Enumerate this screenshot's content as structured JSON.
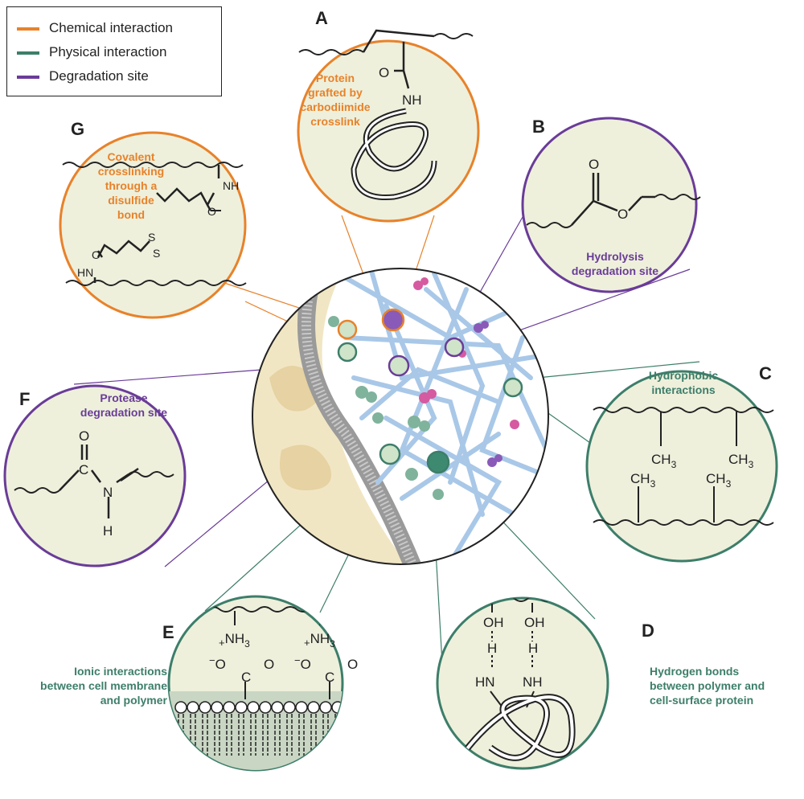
{
  "legend": {
    "items": [
      {
        "label": "Chemical interaction",
        "color": "#e8822a"
      },
      {
        "label": "Physical interaction",
        "color": "#3d7e6a"
      },
      {
        "label": "Degradation site",
        "color": "#6a3c98"
      }
    ]
  },
  "colors": {
    "chemical": "#e8822a",
    "physical": "#3d7e6a",
    "degradation": "#6a3c98",
    "panel_fill": "#eef0dc",
    "network": "#a9c8e8",
    "membrane": "#9a9a9a",
    "cell": "#f1e6c4"
  },
  "panels": {
    "A": {
      "letter": "A",
      "caption": "Protein grafted by carbodiimide crosslink",
      "lines": [
        "Protein",
        "grafted by",
        "carbodiimide",
        "crosslink"
      ],
      "atoms": {
        "o": "O",
        "nh": "NH"
      }
    },
    "B": {
      "letter": "B",
      "caption": "Hydrolysis degradation site",
      "lines": [
        "Hydrolysis",
        "degradation site"
      ],
      "atoms": {
        "o1": "O",
        "o2": "O"
      }
    },
    "C": {
      "letter": "C",
      "caption": "Hydrophobic interactions",
      "lines": [
        "Hydrophobic",
        "interactions"
      ],
      "atoms": {
        "ch3": "CH",
        "sub": "3"
      }
    },
    "D": {
      "letter": "D",
      "caption": "Hydrogen bonds between polymer and cell-surface protein",
      "lines": [
        "Hydrogen bonds",
        "between polymer and",
        "cell-surface protein"
      ],
      "atoms": {
        "oh": "OH",
        "h": "H",
        "hn": "HN",
        "nh": "NH"
      }
    },
    "E": {
      "letter": "E",
      "caption": "Ionic interactions between cell membrane and polymer",
      "lines": [
        "Ionic interactions",
        "between cell membrane",
        "and polymer"
      ],
      "atoms": {
        "nh3": "NH",
        "sub": "3",
        "plus": "+",
        "minus": "−",
        "o": "O",
        "c": "C"
      }
    },
    "F": {
      "letter": "F",
      "caption": "Protease degradation site",
      "lines": [
        "Protease",
        "degradation site"
      ],
      "atoms": {
        "o": "O",
        "c": "C",
        "n": "N",
        "h": "H"
      }
    },
    "G": {
      "letter": "G",
      "caption": "Covalent crosslinking through a disulfide bond",
      "lines": [
        "Covalent",
        "crosslinking",
        "through a",
        "disulfide",
        "bond"
      ],
      "atoms": {
        "nh": "NH",
        "hn": "HN",
        "o": "O",
        "s": "S"
      }
    }
  }
}
